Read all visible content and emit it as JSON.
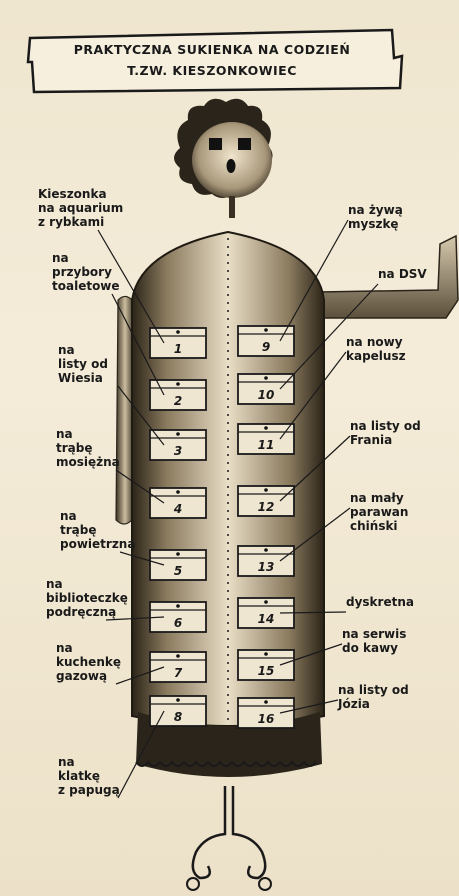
{
  "title": {
    "line1": "PRAKTYCZNA SUKIENKA NA CODZIEŃ",
    "line2": "T.ZW. KIESZONKOWIEC"
  },
  "labels_left": [
    {
      "lines": [
        "Kieszonka",
        "na aquarium",
        "z rybkami"
      ]
    },
    {
      "lines": [
        "na",
        "przybory",
        "toaletowe"
      ]
    },
    {
      "lines": [
        "na",
        "listy od",
        "Wiesia"
      ]
    },
    {
      "lines": [
        "na",
        "trąbę",
        "mosiężną"
      ]
    },
    {
      "lines": [
        "na",
        "trąbę",
        "powietrzną"
      ]
    },
    {
      "lines": [
        "na",
        "biblioteczkę",
        "podręczną"
      ]
    },
    {
      "lines": [
        "na",
        "kuchenkę",
        "gazową"
      ]
    },
    {
      "lines": [
        "na",
        "klatkę",
        "z papugą"
      ]
    }
  ],
  "labels_right": [
    {
      "lines": [
        "na żywą",
        "myszkę"
      ]
    },
    {
      "lines": [
        "na DSV"
      ]
    },
    {
      "lines": [
        "na nowy",
        "kapelusz"
      ]
    },
    {
      "lines": [
        "na listy od",
        "Frania"
      ]
    },
    {
      "lines": [
        "na mały",
        "parawan",
        "chiński"
      ]
    },
    {
      "lines": [
        "dyskretna"
      ]
    },
    {
      "lines": [
        "na serwis",
        "do kawy"
      ]
    },
    {
      "lines": [
        "na listy od",
        "Józia"
      ]
    }
  ],
  "pockets_left": [
    "1",
    "2",
    "3",
    "4",
    "5",
    "6",
    "7",
    "8"
  ],
  "pockets_right": [
    "9",
    "10",
    "11",
    "12",
    "13",
    "14",
    "15",
    "16"
  ]
}
